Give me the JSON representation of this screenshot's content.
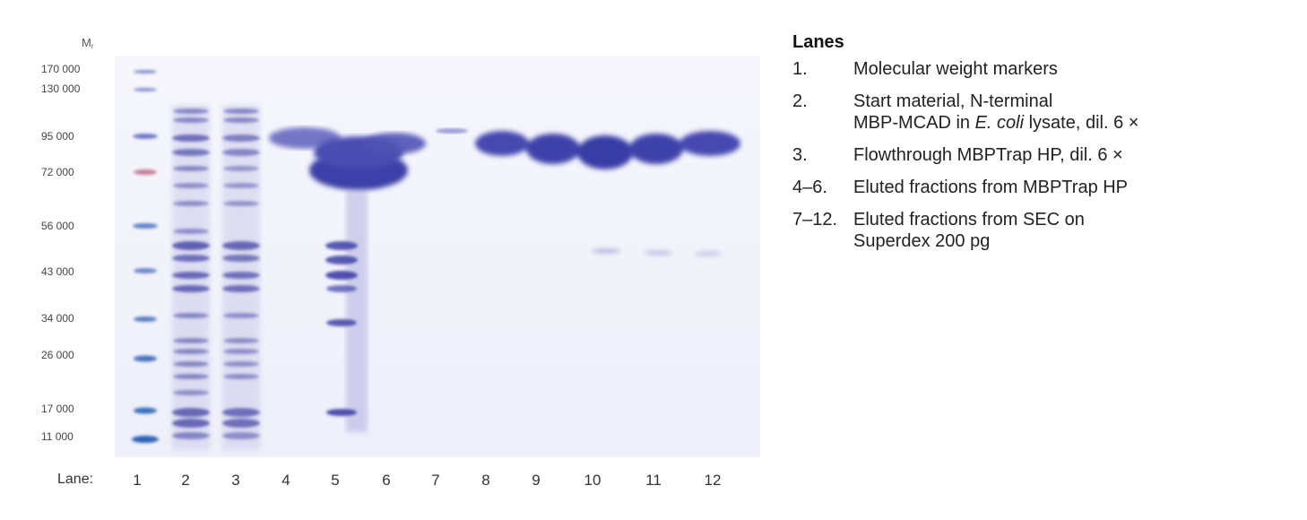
{
  "gel": {
    "mw_axis_title": "Mr",
    "mw_labels": [
      "170 000",
      "130 000",
      "95 000",
      "72 000",
      "56 000",
      "43 000",
      "34 000",
      "26 000",
      "17 000",
      "11 000"
    ],
    "lane_prefix": "Lane:",
    "lanes": [
      "1",
      "2",
      "3",
      "4",
      "5",
      "6",
      "7",
      "8",
      "9",
      "10",
      "11",
      "12"
    ],
    "stain_color": "#3b3ea8",
    "background_color": "#f3f4fb"
  },
  "legend": {
    "title": "Lanes",
    "items": [
      {
        "num": "1.",
        "text": "Molecular weight markers"
      },
      {
        "num": "2.",
        "text_before": "Start material, N-terminal",
        "text_line2_a": "MBP-MCAD in ",
        "text_italic": "E. coli",
        "text_line2_b": " lysate, dil. 6 ×"
      },
      {
        "num": "3.",
        "text": "Flowthrough MBPTrap HP, dil. 6 ×"
      },
      {
        "num": "4–6.",
        "text": "Eluted fractions from MBPTrap HP"
      },
      {
        "num": "7–12.",
        "text": "Eluted fractions from SEC on",
        "text_cont": "Superdex 200 pg"
      }
    ]
  }
}
